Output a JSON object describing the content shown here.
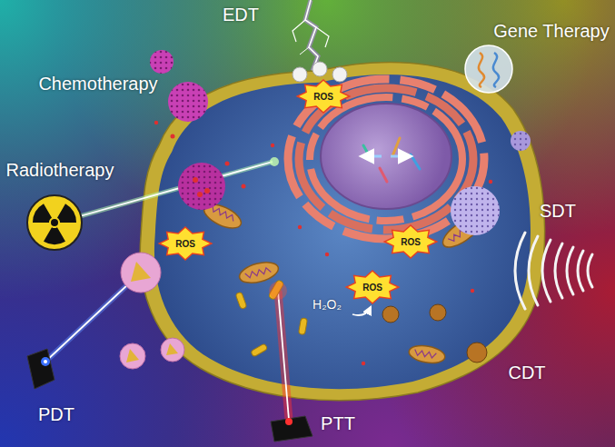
{
  "diagram": {
    "labels": [
      "EDT",
      "Gene Therapy",
      "Chemotherapy",
      "ROS",
      "Radiotherapy",
      "SDT",
      "ROS",
      "ROS",
      "ROS",
      "H₂O₂",
      "PDT",
      "CDT",
      "PTT"
    ]
  }
}
